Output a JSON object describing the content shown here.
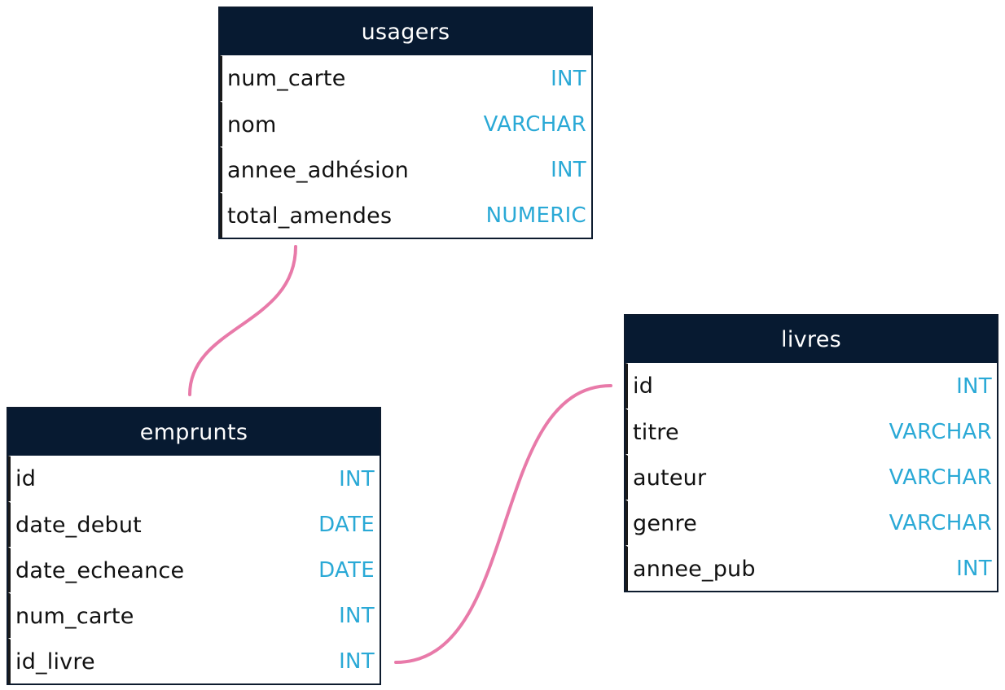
{
  "tables": [
    {
      "id": "t-usagers",
      "name": "usagers",
      "columns": [
        {
          "name": "num_carte",
          "type": "INT"
        },
        {
          "name": "nom",
          "type": "VARCHAR"
        },
        {
          "name": "annee_adhésion",
          "type": "INT"
        },
        {
          "name": "total_amendes",
          "type": "NUMERIC"
        }
      ]
    },
    {
      "id": "t-emprunts",
      "name": "emprunts",
      "columns": [
        {
          "name": "id",
          "type": "INT"
        },
        {
          "name": "date_debut",
          "type": "DATE"
        },
        {
          "name": "date_echeance",
          "type": "DATE"
        },
        {
          "name": "num_carte",
          "type": "INT"
        },
        {
          "name": "id_livre",
          "type": "INT"
        }
      ]
    },
    {
      "id": "t-livres",
      "name": "livres",
      "columns": [
        {
          "name": "id",
          "type": "INT"
        },
        {
          "name": "titre",
          "type": "VARCHAR"
        },
        {
          "name": "auteur",
          "type": "VARCHAR"
        },
        {
          "name": "genre",
          "type": "VARCHAR"
        },
        {
          "name": "annee_pub",
          "type": "INT"
        }
      ]
    }
  ],
  "relations": [
    {
      "from_table": "usagers",
      "to_table": "emprunts"
    },
    {
      "from_table": "emprunts",
      "from_column": "id_livre",
      "to_table": "livres",
      "to_column": "id"
    }
  ],
  "colors": {
    "header_bg": "#071a31",
    "header_text": "#ffffff",
    "type_text": "#2aa9d6",
    "connector": "#e87aa9"
  }
}
